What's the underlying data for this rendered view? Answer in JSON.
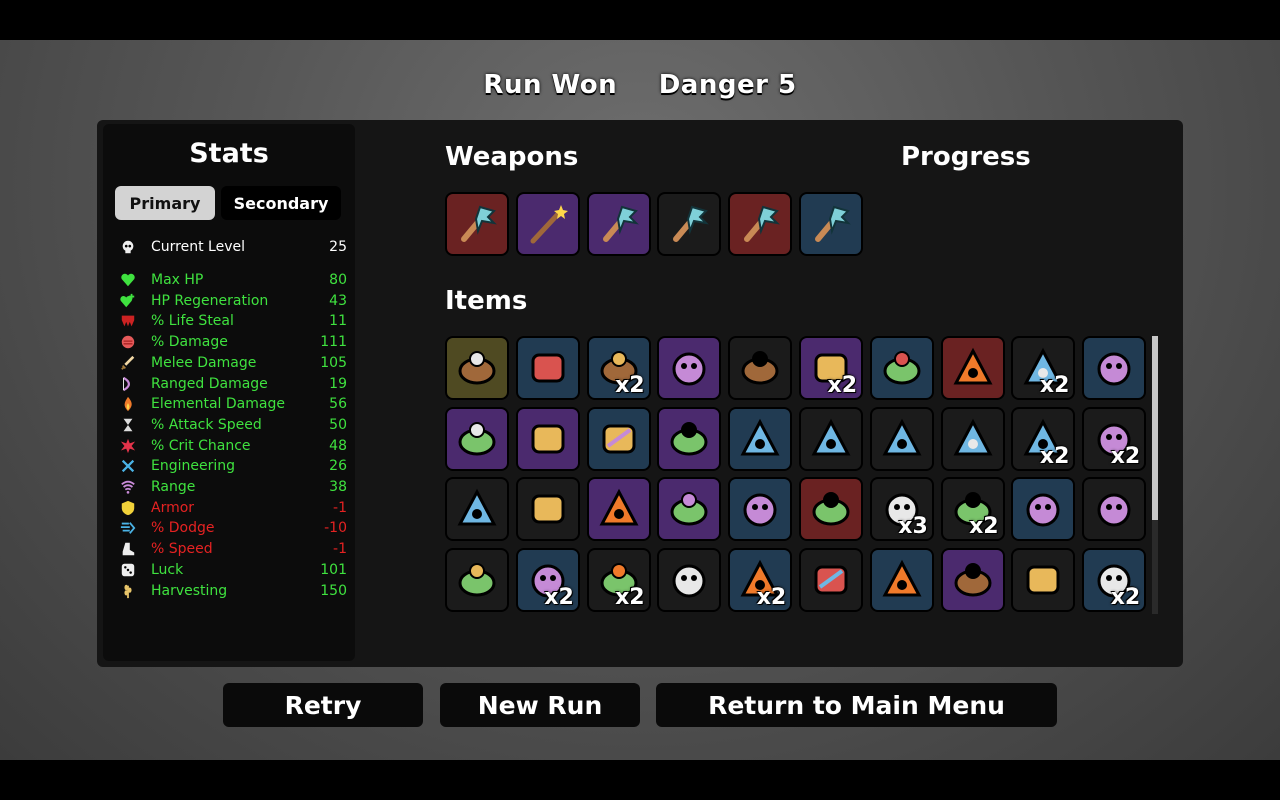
{
  "header": {
    "result": "Run Won",
    "danger": "Danger 5"
  },
  "stats": {
    "title": "Stats",
    "tabs": {
      "primary": "Primary",
      "secondary": "Secondary"
    },
    "level": {
      "label": "Current Level",
      "value": "25",
      "icon": "skull-icon"
    },
    "rows": [
      {
        "label": "Max HP",
        "value": "80",
        "color": "#3fe23f",
        "icon": "heart-icon"
      },
      {
        "label": "HP Regeneration",
        "value": "43",
        "color": "#3fe23f",
        "icon": "heart-plus-icon"
      },
      {
        "label": "% Life Steal",
        "value": "11",
        "color": "#3fe23f",
        "icon": "fangs-icon"
      },
      {
        "label": "% Damage",
        "value": "111",
        "color": "#3fe23f",
        "icon": "fist-icon"
      },
      {
        "label": "Melee Damage",
        "value": "105",
        "color": "#3fe23f",
        "icon": "sword-icon"
      },
      {
        "label": "Ranged Damage",
        "value": "19",
        "color": "#3fe23f",
        "icon": "bow-icon"
      },
      {
        "label": "Elemental Damage",
        "value": "56",
        "color": "#3fe23f",
        "icon": "flame-icon"
      },
      {
        "label": "% Attack Speed",
        "value": "50",
        "color": "#3fe23f",
        "icon": "hourglass-icon"
      },
      {
        "label": "% Crit Chance",
        "value": "48",
        "color": "#3fe23f",
        "icon": "crit-burst-icon"
      },
      {
        "label": "Engineering",
        "value": "26",
        "color": "#3fe23f",
        "icon": "wrench-icon"
      },
      {
        "label": "Range",
        "value": "38",
        "color": "#3fe23f",
        "icon": "signal-icon"
      },
      {
        "label": "Armor",
        "value": "-1",
        "color": "#e52222",
        "icon": "shield-icon"
      },
      {
        "label": "% Dodge",
        "value": "-10",
        "color": "#e52222",
        "icon": "dodge-icon"
      },
      {
        "label": "% Speed",
        "value": "-1",
        "color": "#e52222",
        "icon": "boot-icon"
      },
      {
        "label": "Luck",
        "value": "101",
        "color": "#3fe23f",
        "icon": "dice-icon"
      },
      {
        "label": "Harvesting",
        "value": "150",
        "color": "#3fe23f",
        "icon": "wheat-icon"
      }
    ]
  },
  "weapons": {
    "title": "Weapons",
    "items": [
      {
        "icon": "spiked-mace-icon",
        "tier": "red"
      },
      {
        "icon": "magic-wand-icon",
        "tier": "purple"
      },
      {
        "icon": "spiked-mace-icon",
        "tier": "purple"
      },
      {
        "icon": "spiked-mace-icon",
        "tier": "dark"
      },
      {
        "icon": "spiked-mace-icon",
        "tier": "red"
      },
      {
        "icon": "spiked-mace-icon",
        "tier": "blue"
      }
    ]
  },
  "progress": {
    "title": "Progress"
  },
  "items": {
    "title": "Items",
    "list": [
      {
        "icon": "egg-ghost-icon",
        "tier": "gold",
        "qty": ""
      },
      {
        "icon": "sunglasses-icon",
        "tier": "blue",
        "qty": ""
      },
      {
        "icon": "helmet-creature-icon",
        "tier": "blue",
        "qty": "x2"
      },
      {
        "icon": "prism-icon",
        "tier": "purple",
        "qty": ""
      },
      {
        "icon": "dead-tree-icon",
        "tier": "dark",
        "qty": ""
      },
      {
        "icon": "bowl-icon",
        "tier": "purple",
        "qty": "x2"
      },
      {
        "icon": "toxic-creature-icon",
        "tier": "blue",
        "qty": ""
      },
      {
        "icon": "muscle-arm-icon",
        "tier": "red",
        "qty": ""
      },
      {
        "icon": "crossed-blade-icon",
        "tier": "dark",
        "qty": "x2"
      },
      {
        "icon": "potion-icon",
        "tier": "blue",
        "qty": ""
      },
      {
        "icon": "bowler-hat-icon",
        "tier": "purple",
        "qty": ""
      },
      {
        "icon": "peacock-icon",
        "tier": "purple",
        "qty": ""
      },
      {
        "icon": "rabbit-icon",
        "tier": "blue",
        "qty": ""
      },
      {
        "icon": "mushroom-cluster-icon",
        "tier": "purple",
        "qty": ""
      },
      {
        "icon": "banner-icon",
        "tier": "blue",
        "qty": ""
      },
      {
        "icon": "skull-mask-icon",
        "tier": "dark",
        "qty": ""
      },
      {
        "icon": "fang-icon",
        "tier": "dark",
        "qty": ""
      },
      {
        "icon": "glasses-icon",
        "tier": "dark",
        "qty": ""
      },
      {
        "icon": "cooking-pot-icon",
        "tier": "dark",
        "qty": "x2"
      },
      {
        "icon": "worm-creature-icon",
        "tier": "dark",
        "qty": "x2"
      },
      {
        "icon": "animal-skull-icon",
        "tier": "dark",
        "qty": ""
      },
      {
        "icon": "tomato-icon",
        "tier": "dark",
        "qty": ""
      },
      {
        "icon": "baby-alien-icon",
        "tier": "purple",
        "qty": ""
      },
      {
        "icon": "cannon-icon",
        "tier": "purple",
        "qty": ""
      },
      {
        "icon": "snail-icon",
        "tier": "blue",
        "qty": ""
      },
      {
        "icon": "rainbow-leaf-icon",
        "tier": "red",
        "qty": ""
      },
      {
        "icon": "coal-icon",
        "tier": "dark",
        "qty": "x3"
      },
      {
        "icon": "sausage-icon",
        "tier": "dark",
        "qty": "x2"
      },
      {
        "icon": "shovel-icon",
        "tier": "blue",
        "qty": ""
      },
      {
        "icon": "plaid-shirt-icon",
        "tier": "dark",
        "qty": ""
      },
      {
        "icon": "bank-note-icon",
        "tier": "dark",
        "qty": ""
      },
      {
        "icon": "robot-arm-icon",
        "tier": "blue",
        "qty": "x2"
      },
      {
        "icon": "spider-icon",
        "tier": "dark",
        "qty": "x2"
      },
      {
        "icon": "bloody-sword-icon",
        "tier": "dark",
        "qty": ""
      },
      {
        "icon": "ring-icon",
        "tier": "blue",
        "qty": "x2"
      },
      {
        "icon": "propeller-cap-icon",
        "tier": "dark",
        "qty": ""
      },
      {
        "icon": "pocket-mirror-icon",
        "tier": "blue",
        "qty": ""
      },
      {
        "icon": "tractor-icon",
        "tier": "purple",
        "qty": ""
      },
      {
        "icon": "target-stand-icon",
        "tier": "dark",
        "qty": ""
      },
      {
        "icon": "campfire-icon",
        "tier": "blue",
        "qty": "x2"
      }
    ]
  },
  "buttons": {
    "retry": "Retry",
    "new_run": "New Run",
    "main_menu": "Return to Main Menu"
  }
}
